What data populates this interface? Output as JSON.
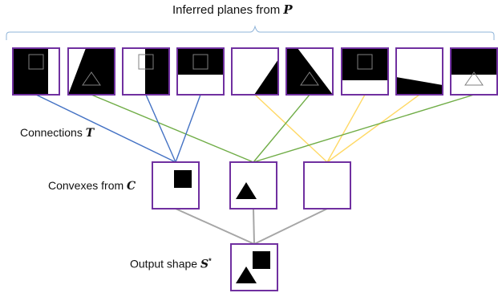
{
  "labels": {
    "planes_title": "Inferred planes from",
    "planes_symbol": "P",
    "connections": "Connections",
    "connections_symbol": "T",
    "convexes": "Convexes from",
    "convexes_symbol": "C",
    "output": "Output shape",
    "output_symbol": "S",
    "output_superscript": "*"
  },
  "colors": {
    "frame": "#7030a0",
    "brace": "#8fb4d9",
    "square_convex_lines": "#4472c4",
    "triangle_convex_lines": "#70ad47",
    "empty_convex_lines": "#ffd966",
    "output_lines": "#a6a6a6",
    "fill": "#000000",
    "inner_outline": "#808080"
  },
  "planes": [
    {
      "name": "plane-1",
      "convex": "square",
      "region": "right-strip",
      "overlay": "square"
    },
    {
      "name": "plane-2",
      "convex": "triangle",
      "region": "right-diagonal",
      "overlay": "triangle"
    },
    {
      "name": "plane-3",
      "convex": "square",
      "region": "left-strip",
      "overlay": "square"
    },
    {
      "name": "plane-4",
      "convex": "square",
      "region": "bottom-strip",
      "overlay": "square"
    },
    {
      "name": "plane-5",
      "convex": "empty",
      "region": "left-diagonal",
      "overlay": "none"
    },
    {
      "name": "plane-6",
      "convex": "triangle",
      "region": "left-diagonal-wide",
      "overlay": "triangle"
    },
    {
      "name": "plane-7",
      "convex": "empty",
      "region": "top-block",
      "overlay": "square"
    },
    {
      "name": "plane-8",
      "convex": "empty",
      "region": "top-slant",
      "overlay": "none"
    },
    {
      "name": "plane-9",
      "convex": "triangle",
      "region": "bottom-strip",
      "overlay": "triangle"
    }
  ],
  "convexes": [
    {
      "name": "square",
      "shape": "square"
    },
    {
      "name": "triangle",
      "shape": "triangle"
    },
    {
      "name": "empty",
      "shape": "none"
    }
  ],
  "output": {
    "shapes": [
      "triangle",
      "square"
    ]
  }
}
